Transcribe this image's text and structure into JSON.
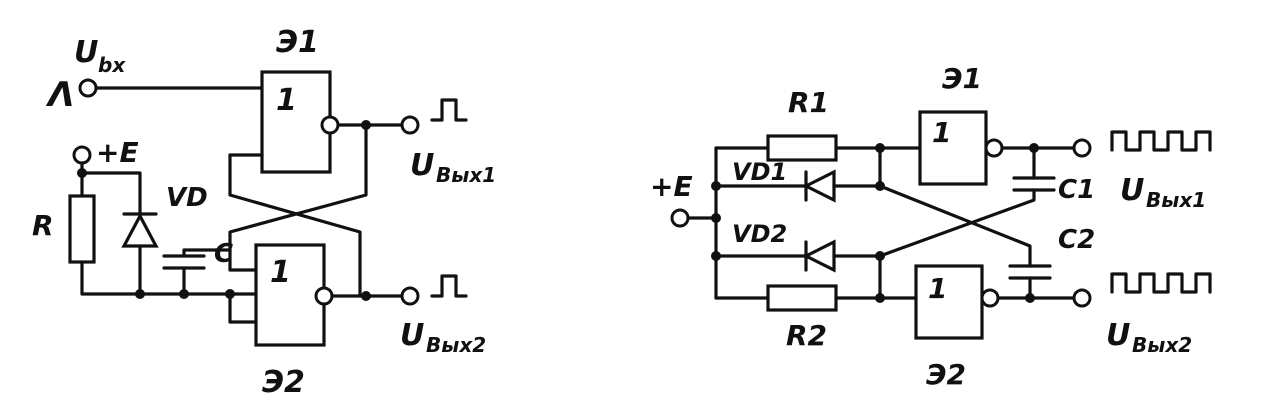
{
  "left_circuit": {
    "input_label_main": "U",
    "input_label_sub": "bx",
    "pulse_label": "Λ",
    "supply_label": "+E",
    "gate_top_name": "Э1",
    "gate_bottom_name": "Э2",
    "gate_symbol": "1",
    "resistor_label": "R",
    "diode_label": "VD",
    "capacitor_label": "C",
    "output1_main": "U",
    "output1_sub": "Bых1",
    "output2_main": "U",
    "output2_sub": "Bых2"
  },
  "right_circuit": {
    "supply_label": "+E",
    "gate_top_name": "Э1",
    "gate_bottom_name": "Э2",
    "gate_symbol": "1",
    "resistor1_label": "R1",
    "resistor2_label": "R2",
    "diode1_label": "VD1",
    "diode2_label": "VD2",
    "capacitor1_label": "C1",
    "capacitor2_label": "C2",
    "output1_main": "U",
    "output1_sub": "Bых1",
    "output2_main": "U",
    "output2_sub": "Bых2"
  }
}
